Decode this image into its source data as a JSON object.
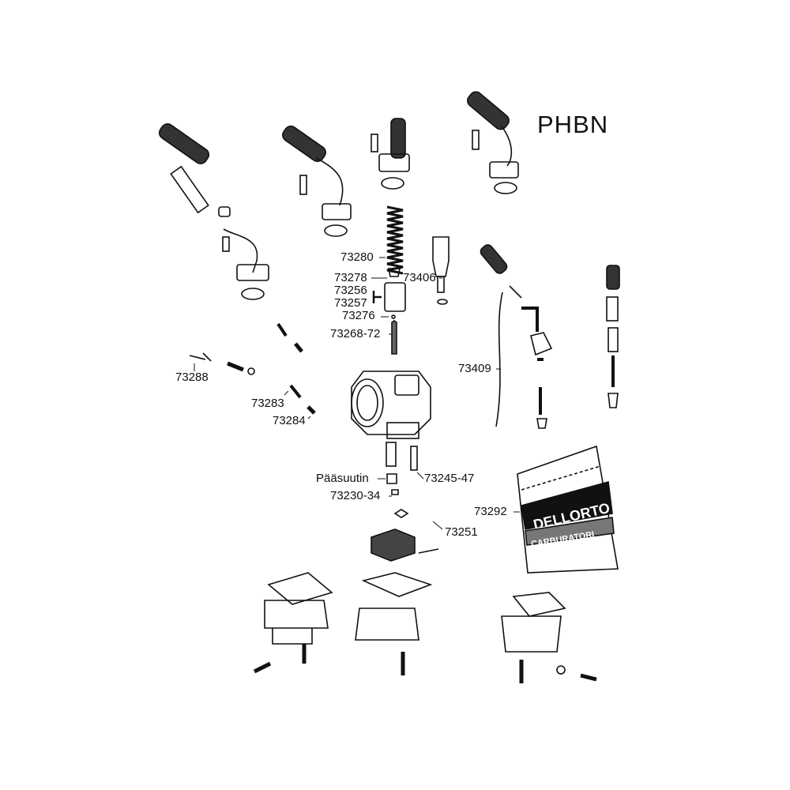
{
  "title": "PHBN",
  "labels": {
    "l73280": "73280",
    "l73278": "73278",
    "l73406": "73406",
    "l73256": "73256",
    "l73257": "73257",
    "l73276": "73276",
    "l73268": "73268-72",
    "l73288": "73288",
    "l73283": "73283",
    "l73284": "73284",
    "l73409": "73409",
    "paasuutin": "Pääsuutin",
    "l73245": "73245-47",
    "l73230": "73230-34",
    "l73292": "73292",
    "l73251": "73251"
  },
  "bag": {
    "brand": "DELLORTO",
    "product": "CARBURATORI"
  }
}
